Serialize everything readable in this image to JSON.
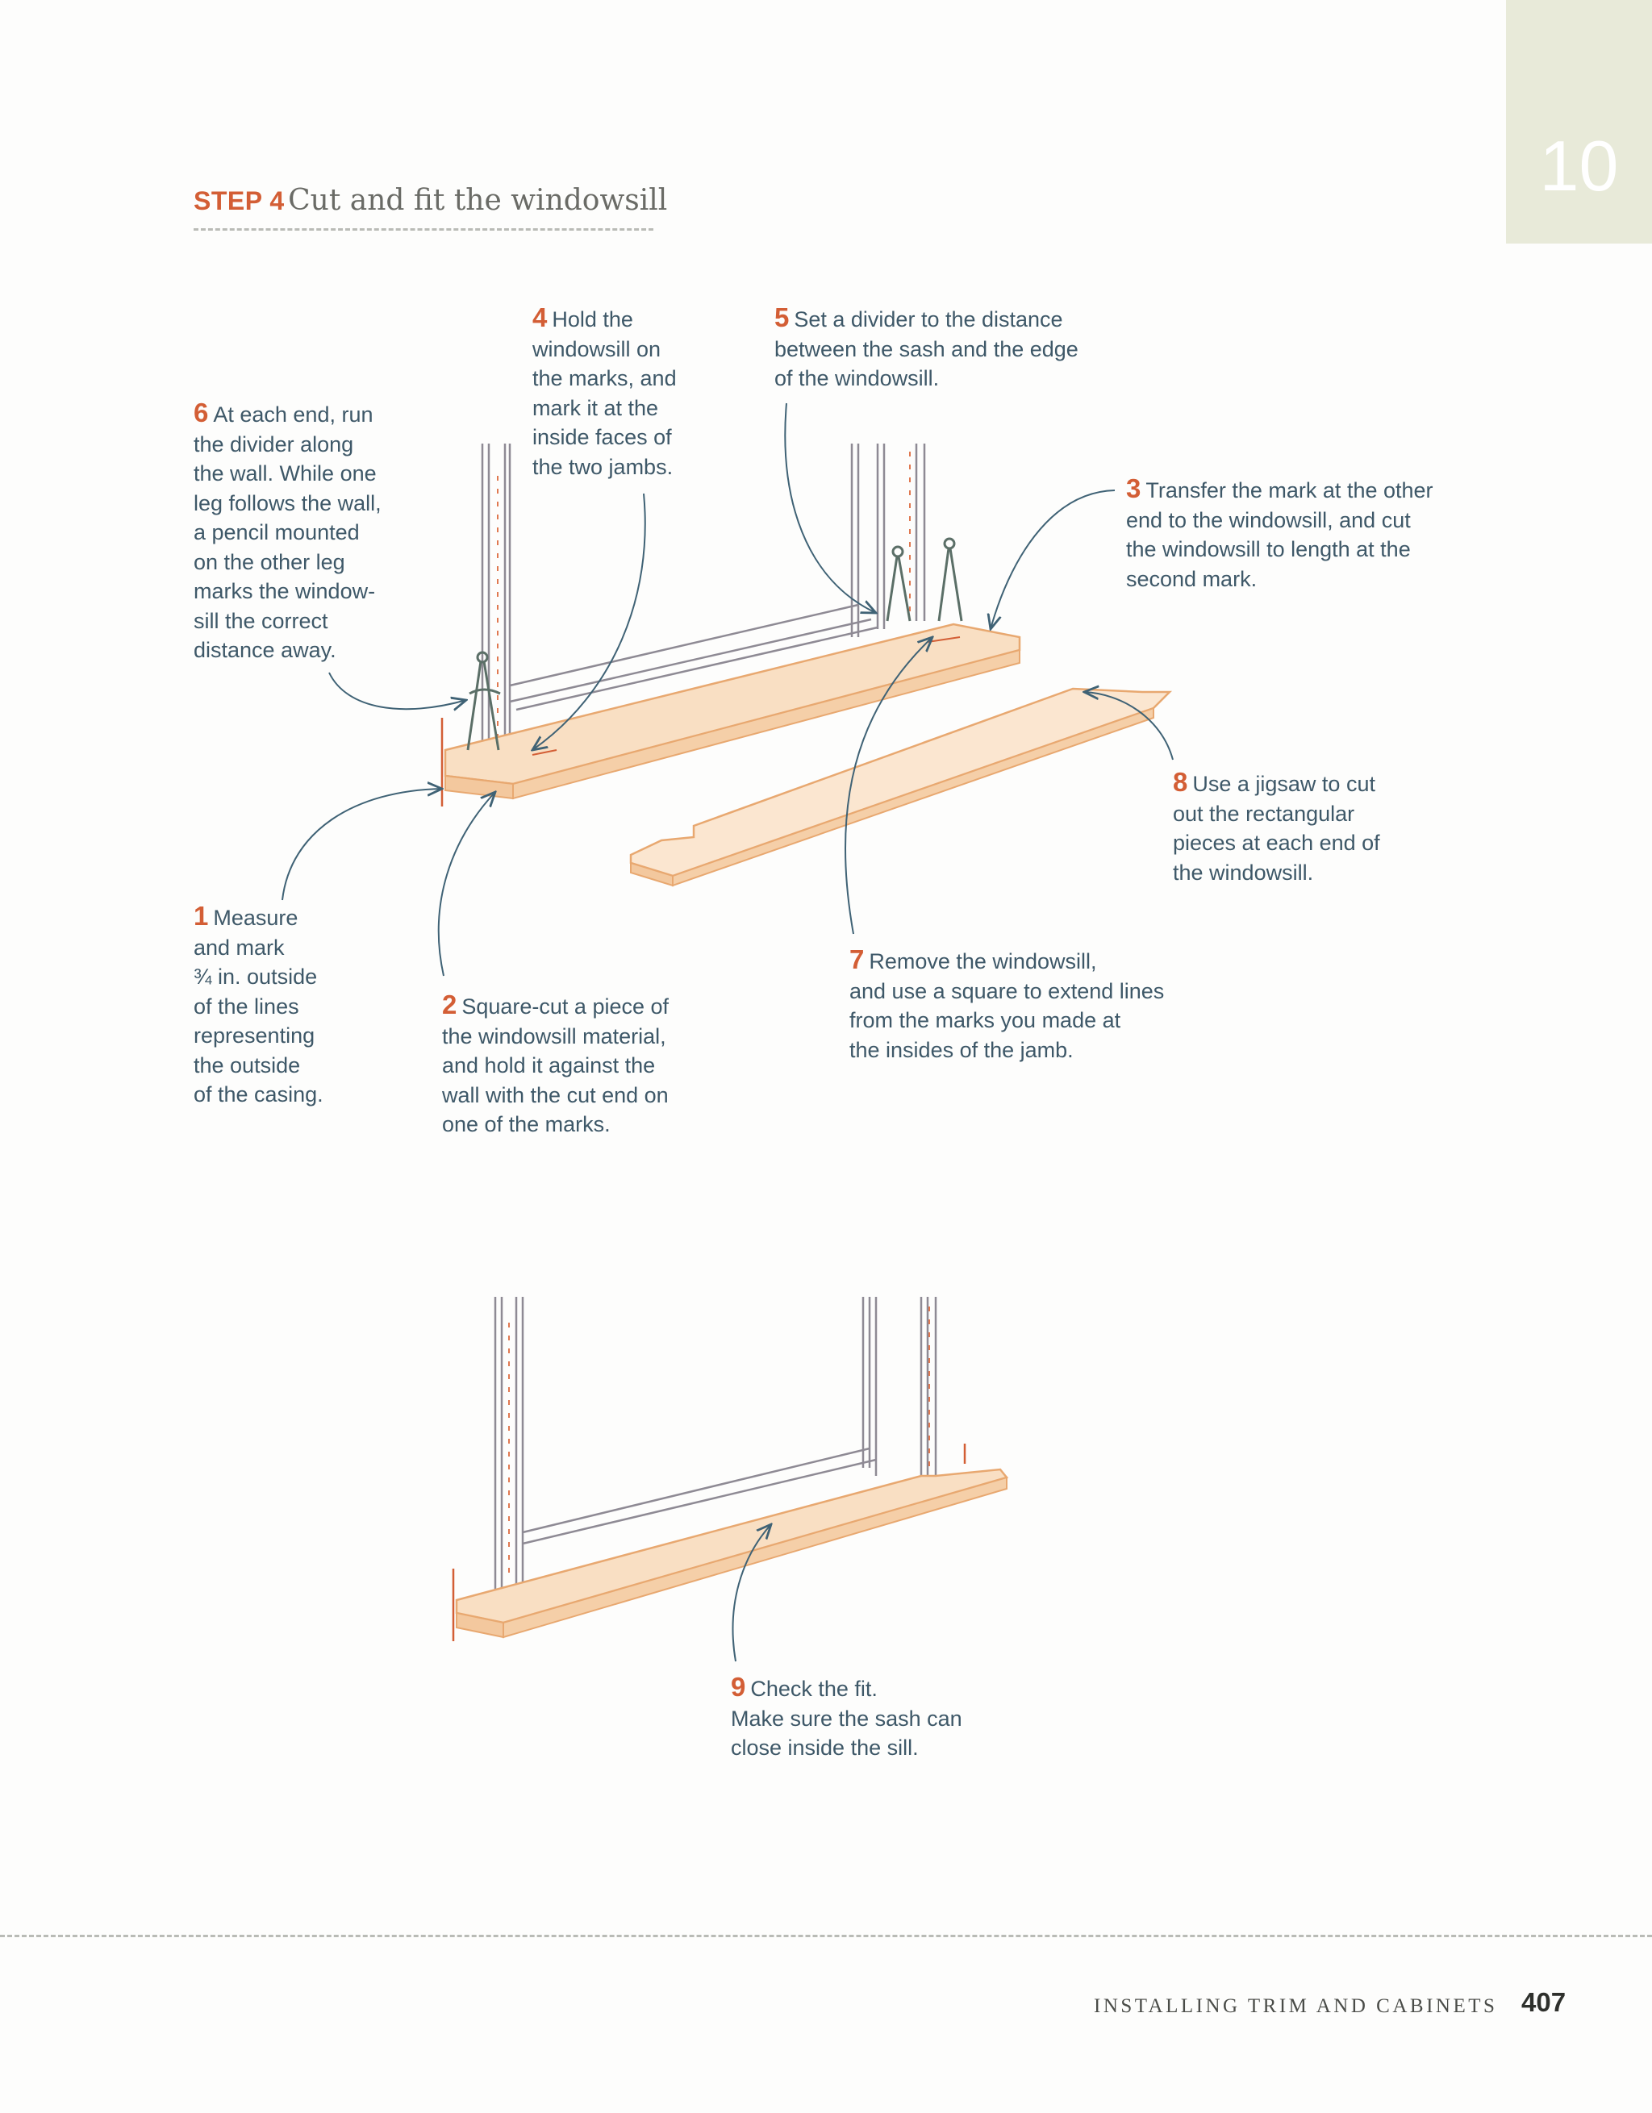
{
  "chapter": {
    "number": "10"
  },
  "heading": {
    "step_label": "STEP 4",
    "title": "Cut and fit the windowsill"
  },
  "callouts": [
    {
      "num": "4",
      "lines": [
        "Hold the",
        "windowsill on",
        "the marks, and",
        "mark it at the",
        "inside faces of",
        "the two jambs."
      ]
    },
    {
      "num": "5",
      "lines": [
        "Set a divider to the distance",
        "between the sash and the edge",
        "of the windowsill."
      ]
    },
    {
      "num": "6",
      "lines": [
        "At each end, run",
        "the divider along",
        "the wall. While one",
        "leg follows the wall,",
        "a pencil mounted",
        "on the other leg",
        "marks the window-",
        "sill the correct",
        "distance away."
      ]
    },
    {
      "num": "3",
      "lines": [
        "Transfer the mark at the other",
        "end to the windowsill, and cut",
        "the windowsill to length at the",
        "second mark."
      ]
    },
    {
      "num": "8",
      "lines": [
        "Use a jigsaw to cut",
        "out the rectangular",
        "pieces at each end of",
        "the windowsill."
      ]
    },
    {
      "num": "1",
      "lines": [
        "Measure",
        "and mark",
        "¾ in. outside",
        "of the lines",
        "representing",
        "the outside",
        "of the casing."
      ]
    },
    {
      "num": "2",
      "lines": [
        "Square-cut a piece of",
        "the windowsill material,",
        "and hold it against the",
        "wall with the cut end on",
        "one of the marks."
      ]
    },
    {
      "num": "7",
      "lines": [
        "Remove the windowsill,",
        "and use a square to extend lines",
        "from the marks you made at",
        "the insides of the jamb."
      ]
    },
    {
      "num": "9",
      "lines": [
        "Check the fit.",
        "Make sure the sash can",
        "close inside the sill."
      ]
    }
  ],
  "footer": {
    "running_head": "INSTALLING TRIM AND CABINETS",
    "page_number": "407"
  },
  "colors": {
    "accent": "#d35e35",
    "text": "#3e5868",
    "wood": "#f9dfc3",
    "wood_edge": "#e8a870",
    "tab": "#e8ead9"
  }
}
